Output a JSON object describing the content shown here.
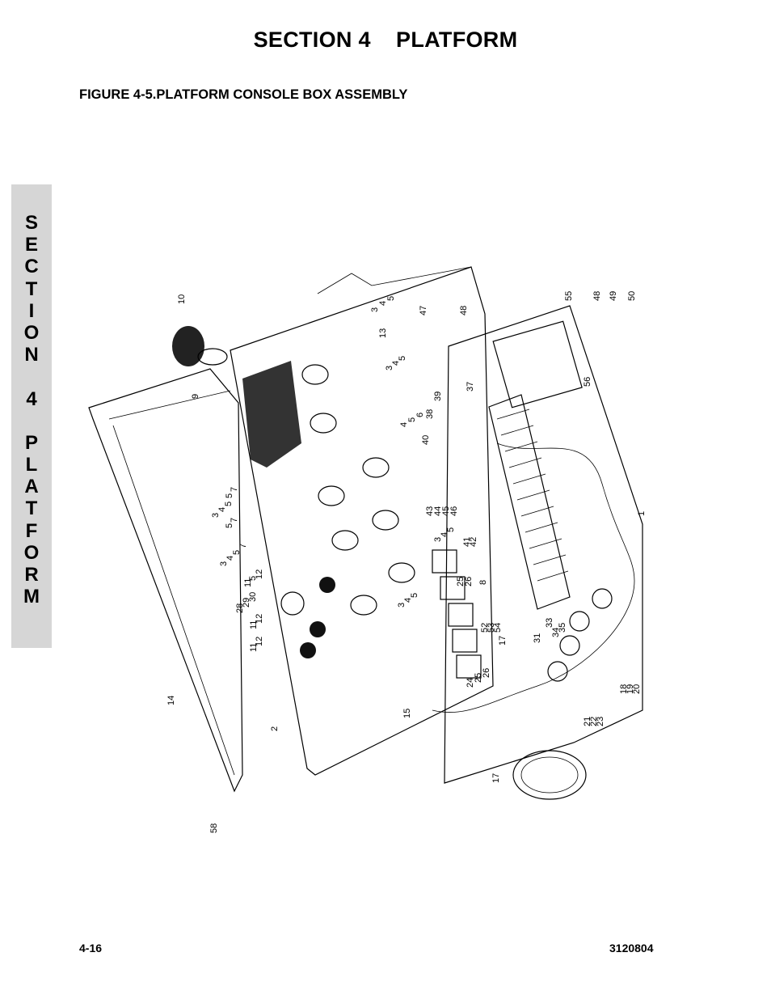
{
  "header": {
    "section_title": "SECTION 4    PLATFORM",
    "figure_title": "FIGURE 4-5.PLATFORM CONSOLE BOX ASSEMBLY"
  },
  "side_tab": {
    "letters": [
      "S",
      "E",
      "C",
      "T",
      "I",
      "O",
      "N",
      "",
      "4",
      "",
      "P",
      "L",
      "A",
      "T",
      "F",
      "O",
      "R",
      "M"
    ]
  },
  "drawing": {
    "callouts": [
      "10",
      "9",
      "3",
      "4",
      "5",
      "13",
      "47",
      "48",
      "55",
      "48",
      "49",
      "50",
      "56",
      "3",
      "4",
      "5",
      "37",
      "39",
      "4",
      "5",
      "6",
      "38",
      "40",
      "5",
      "7",
      "3",
      "4",
      "5",
      "5",
      "7",
      "3",
      "4",
      "5",
      "7",
      "11",
      "5",
      "12",
      "28",
      "29",
      "30",
      "11",
      "12",
      "11",
      "12",
      "14",
      "58",
      "2",
      "15",
      "43",
      "44",
      "45",
      "46",
      "41",
      "42",
      "3",
      "4",
      "5",
      "25",
      "26",
      "8",
      "3",
      "4",
      "5",
      "52",
      "53",
      "54",
      "17",
      "24",
      "25",
      "26",
      "33",
      "34",
      "35",
      "31",
      "1",
      "18",
      "19",
      "20",
      "21",
      "22",
      "23",
      "17"
    ]
  },
  "footer": {
    "page_number": "4-16",
    "doc_number": "3120804"
  }
}
